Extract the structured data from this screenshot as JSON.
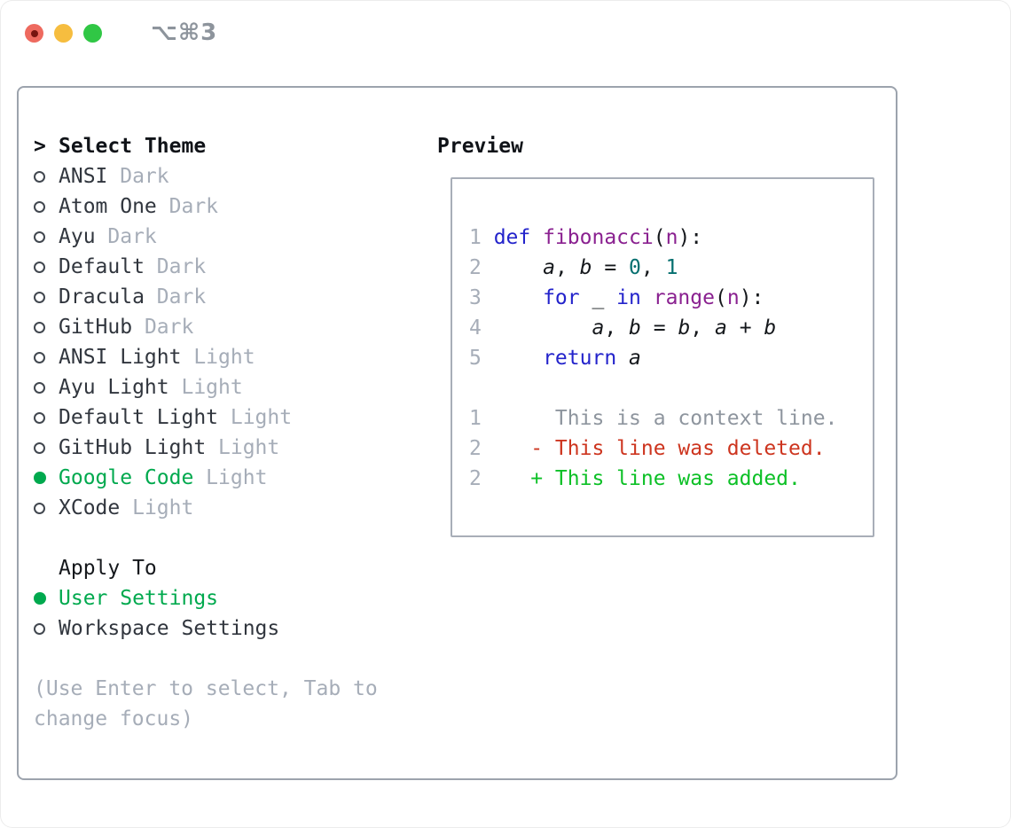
{
  "window": {
    "title": "⌥⌘3"
  },
  "colors": {
    "selection_green": "#00a94e",
    "keyword_blue": "#2323cb",
    "type_purple": "#8a2190",
    "literal_teal": "#056f6f",
    "deleted_red": "#cd351f",
    "added_green": "#0cc026",
    "muted_gray": "#a6adb8",
    "context_gray": "#8e959e",
    "traffic_red": "#ee6a5f",
    "traffic_yellow": "#f6bd3f",
    "traffic_green": "#30c745"
  },
  "theme_list": {
    "prompt": ">",
    "title": "Select Theme",
    "items": [
      {
        "name": "ANSI",
        "variant": "Dark",
        "selected": false
      },
      {
        "name": "Atom One",
        "variant": "Dark",
        "selected": false
      },
      {
        "name": "Ayu",
        "variant": "Dark",
        "selected": false
      },
      {
        "name": "Default",
        "variant": "Dark",
        "selected": false
      },
      {
        "name": "Dracula",
        "variant": "Dark",
        "selected": false
      },
      {
        "name": "GitHub",
        "variant": "Dark",
        "selected": false
      },
      {
        "name": "ANSI Light",
        "variant": "Light",
        "selected": false
      },
      {
        "name": "Ayu Light",
        "variant": "Light",
        "selected": false
      },
      {
        "name": "Default Light",
        "variant": "Light",
        "selected": false
      },
      {
        "name": "GitHub Light",
        "variant": "Light",
        "selected": false
      },
      {
        "name": "Google Code",
        "variant": "Light",
        "selected": true
      },
      {
        "name": "XCode",
        "variant": "Light",
        "selected": false
      }
    ]
  },
  "apply_to": {
    "title": "Apply To",
    "options": [
      {
        "label": "User Settings",
        "selected": true
      },
      {
        "label": "Workspace Settings",
        "selected": false
      }
    ]
  },
  "help_text": "(Use Enter to select, Tab to change focus)",
  "preview": {
    "title": "Preview",
    "lines": [
      {
        "num": "1",
        "segments": [
          {
            "t": "def",
            "c": "kwd"
          },
          {
            "t": " ",
            "c": "pln"
          },
          {
            "t": "fibonacci",
            "c": "typ"
          },
          {
            "t": "(",
            "c": "pln"
          },
          {
            "t": "n",
            "c": "typ"
          },
          {
            "t": "):",
            "c": "pln"
          }
        ]
      },
      {
        "num": "2",
        "segments": [
          {
            "t": "    ",
            "c": "pln"
          },
          {
            "t": "a",
            "c": "var"
          },
          {
            "t": ", ",
            "c": "pln"
          },
          {
            "t": "b",
            "c": "var"
          },
          {
            "t": " = ",
            "c": "pln"
          },
          {
            "t": "0",
            "c": "lit"
          },
          {
            "t": ", ",
            "c": "pln"
          },
          {
            "t": "1",
            "c": "lit"
          }
        ]
      },
      {
        "num": "3",
        "segments": [
          {
            "t": "    ",
            "c": "pln"
          },
          {
            "t": "for",
            "c": "kwd"
          },
          {
            "t": " _ ",
            "c": "pln"
          },
          {
            "t": "in",
            "c": "kwd"
          },
          {
            "t": " ",
            "c": "pln"
          },
          {
            "t": "range",
            "c": "typ"
          },
          {
            "t": "(",
            "c": "pln"
          },
          {
            "t": "n",
            "c": "typ"
          },
          {
            "t": "):",
            "c": "pln"
          }
        ]
      },
      {
        "num": "4",
        "segments": [
          {
            "t": "        ",
            "c": "pln"
          },
          {
            "t": "a",
            "c": "var"
          },
          {
            "t": ", ",
            "c": "pln"
          },
          {
            "t": "b",
            "c": "var"
          },
          {
            "t": " = ",
            "c": "pln"
          },
          {
            "t": "b",
            "c": "var"
          },
          {
            "t": ", ",
            "c": "pln"
          },
          {
            "t": "a",
            "c": "var"
          },
          {
            "t": " + ",
            "c": "pln"
          },
          {
            "t": "b",
            "c": "var"
          }
        ]
      },
      {
        "num": "5",
        "segments": [
          {
            "t": "    ",
            "c": "pln"
          },
          {
            "t": "return",
            "c": "kwd"
          },
          {
            "t": " ",
            "c": "pln"
          },
          {
            "t": "a",
            "c": "var"
          }
        ]
      },
      {
        "num": "",
        "segments": []
      },
      {
        "num": "1",
        "segments": [
          {
            "t": "     This is a context line.",
            "c": "ctx"
          }
        ]
      },
      {
        "num": "2",
        "segments": [
          {
            "t": "   ",
            "c": "pln"
          },
          {
            "t": "- This line was deleted.",
            "c": "del"
          }
        ]
      },
      {
        "num": "2",
        "segments": [
          {
            "t": "   ",
            "c": "pln"
          },
          {
            "t": "+ This line was added.",
            "c": "add"
          }
        ]
      }
    ]
  }
}
